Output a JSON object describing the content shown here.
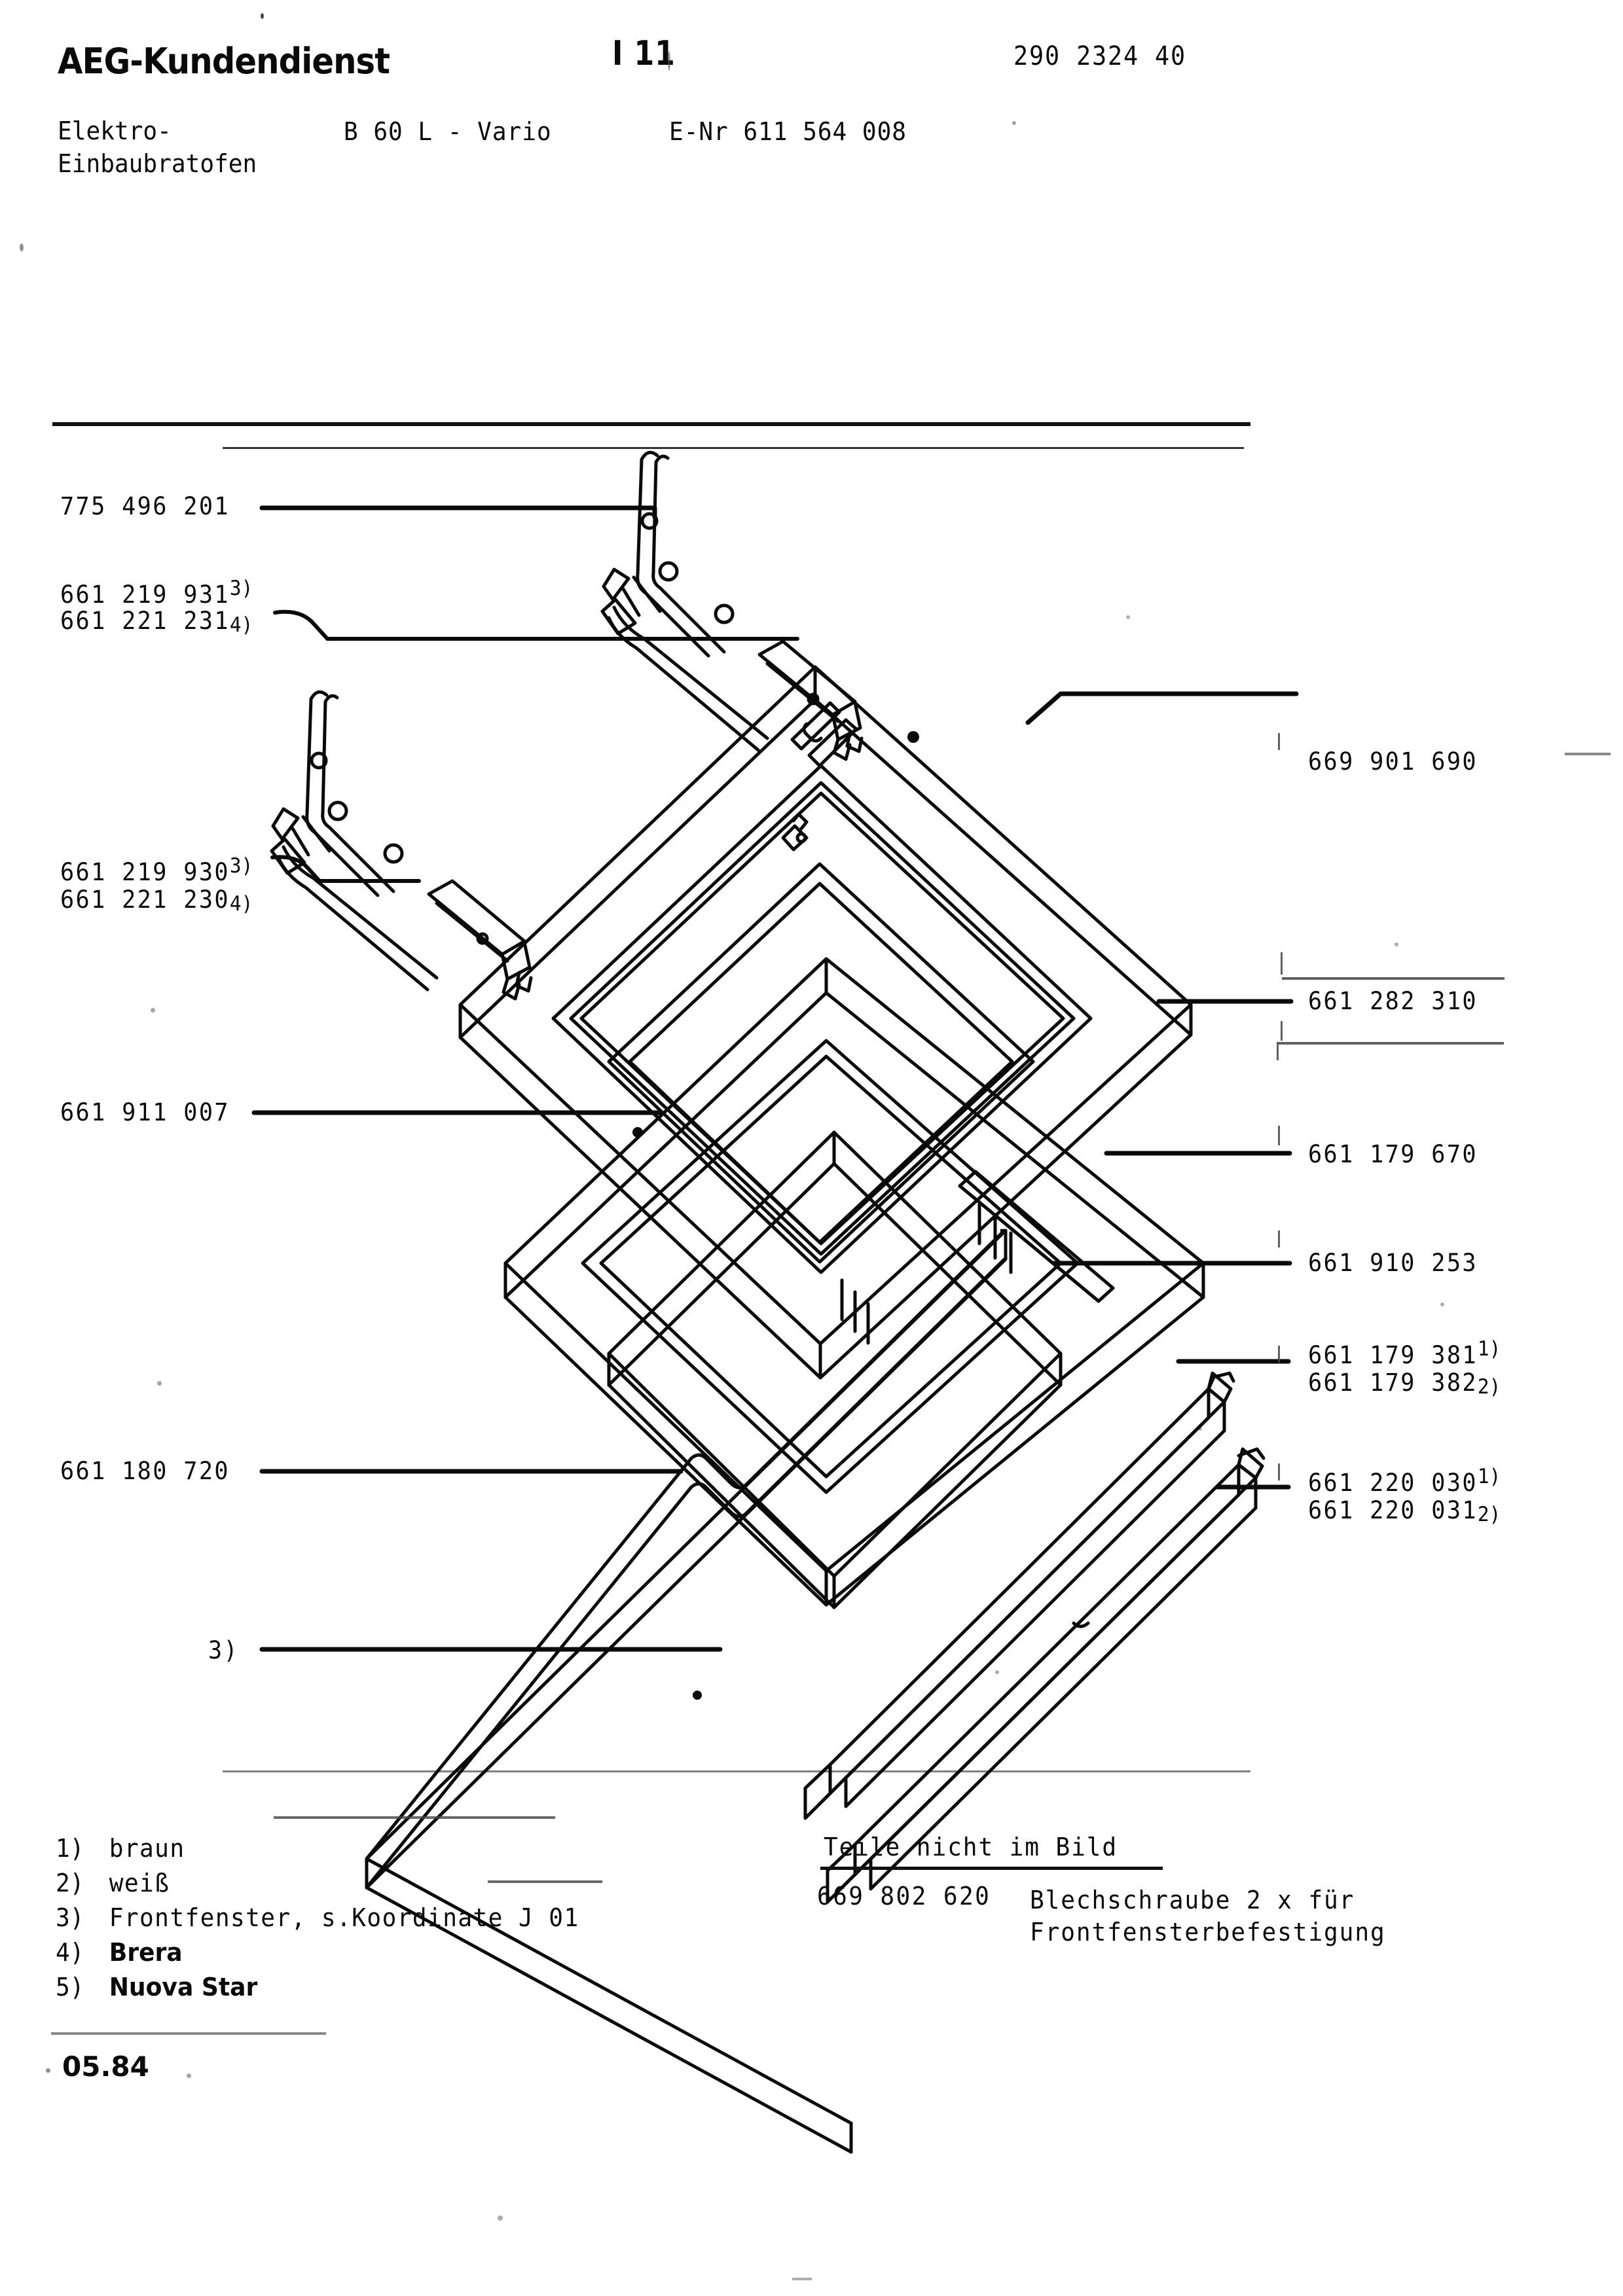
{
  "header": {
    "brand": "AEG-Kundendienst",
    "sheet_id": "I 11",
    "doc_number": "290 2324 40",
    "appliance_type_line1": "Elektro-",
    "appliance_type_line2": "Einbaubratofen",
    "model": "B 60 L - Vario",
    "enr": "E-Nr 611 564 008"
  },
  "callouts_left": [
    {
      "id": "775-496-201",
      "part": "775 496 201",
      "ref": ""
    },
    {
      "id": "661-219-931",
      "part": "661 219 931",
      "ref": "3)"
    },
    {
      "id": "661-221-231",
      "part": "661 221 231",
      "ref": "4)"
    },
    {
      "id": "661-219-930",
      "part": "661 219 930",
      "ref": "3)"
    },
    {
      "id": "661-221-230",
      "part": "661 221 230",
      "ref": "4)"
    },
    {
      "id": "661-911-007",
      "part": "661 911 007",
      "ref": ""
    },
    {
      "id": "661-180-720",
      "part": "661 180 720",
      "ref": ""
    },
    {
      "id": "note-3",
      "part": "3)",
      "ref": ""
    }
  ],
  "callouts_right": [
    {
      "id": "669-901-690",
      "part": "669 901 690",
      "ref": ""
    },
    {
      "id": "661-282-310",
      "part": "661 282 310",
      "ref": ""
    },
    {
      "id": "661-179-670",
      "part": "661 179 670",
      "ref": ""
    },
    {
      "id": "661-910-253",
      "part": "661 910 253",
      "ref": ""
    },
    {
      "id": "661-179-381",
      "part": "661 179 381",
      "ref": "1)"
    },
    {
      "id": "661-179-382",
      "part": "661 179 382",
      "ref": "2)"
    },
    {
      "id": "661-220-030",
      "part": "661 220 030",
      "ref": "1)"
    },
    {
      "id": "661-220-031",
      "part": "661 220 031",
      "ref": "2)"
    }
  ],
  "legend": [
    {
      "num": "1)",
      "text": "braun",
      "style": "mono"
    },
    {
      "num": "2)",
      "text": "weiß",
      "style": "mono"
    },
    {
      "num": "3)",
      "text": "Frontfenster, s.Koordinate J 01",
      "style": "mono"
    },
    {
      "num": "4)",
      "text": "Brera",
      "style": "sans"
    },
    {
      "num": "5)",
      "text": "Nuova Star",
      "style": "sans"
    }
  ],
  "not_in_picture": {
    "title": "Teile nicht im Bild",
    "part_number": "669 802 620",
    "description_line1": "Blechschraube 2 x für",
    "description_line2": "Frontfensterbefestigung"
  },
  "footer": {
    "date": "05.84"
  },
  "colors": {
    "ink": "#0a0a0a",
    "paper": "#ffffff",
    "faint": "#4a4a4a"
  }
}
